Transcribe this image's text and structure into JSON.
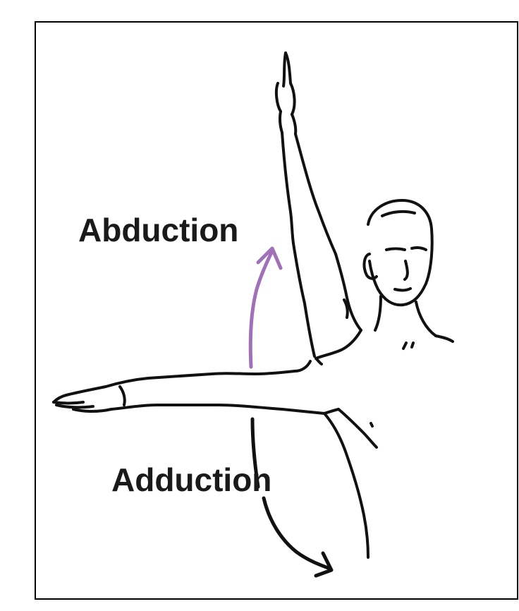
{
  "labels": {
    "abduction": "Abduction",
    "adduction": "Adduction"
  },
  "colors": {
    "frame_border": "#000000",
    "line_art": "#111111",
    "abduction_arrow": "#a070b8",
    "adduction_arrow": "#111111"
  },
  "icons": {
    "figure": "human-figure-arm-movement-illustration",
    "abduction_arrow": "curved-arrow-up-icon",
    "adduction_arrow": "curved-arrow-down-icon"
  }
}
